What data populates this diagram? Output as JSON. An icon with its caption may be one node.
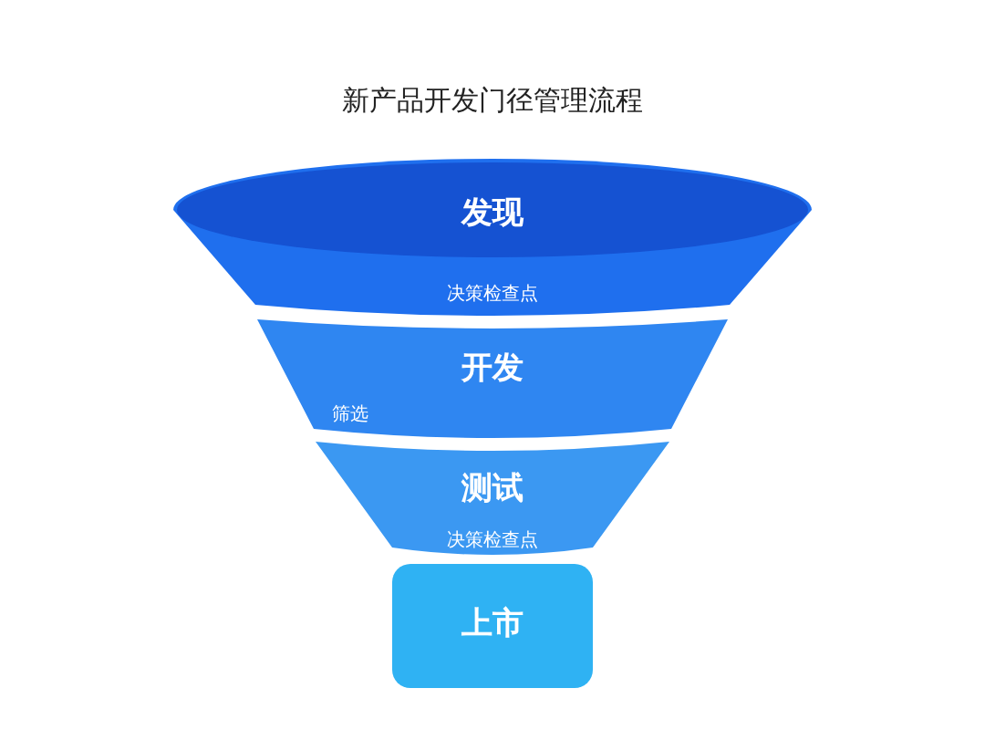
{
  "diagram": {
    "title": "新产品开发门径管理流程",
    "nodes": [
      {
        "text": [
          "发现"
        ]
      },
      {
        "text": [
          "开发"
        ]
      },
      {
        "text": [
          "测试"
        ]
      },
      {
        "text": [
          "上市"
        ]
      }
    ],
    "labels": [
      "决策检查点",
      "筛选",
      "决策检查点"
    ]
  }
}
